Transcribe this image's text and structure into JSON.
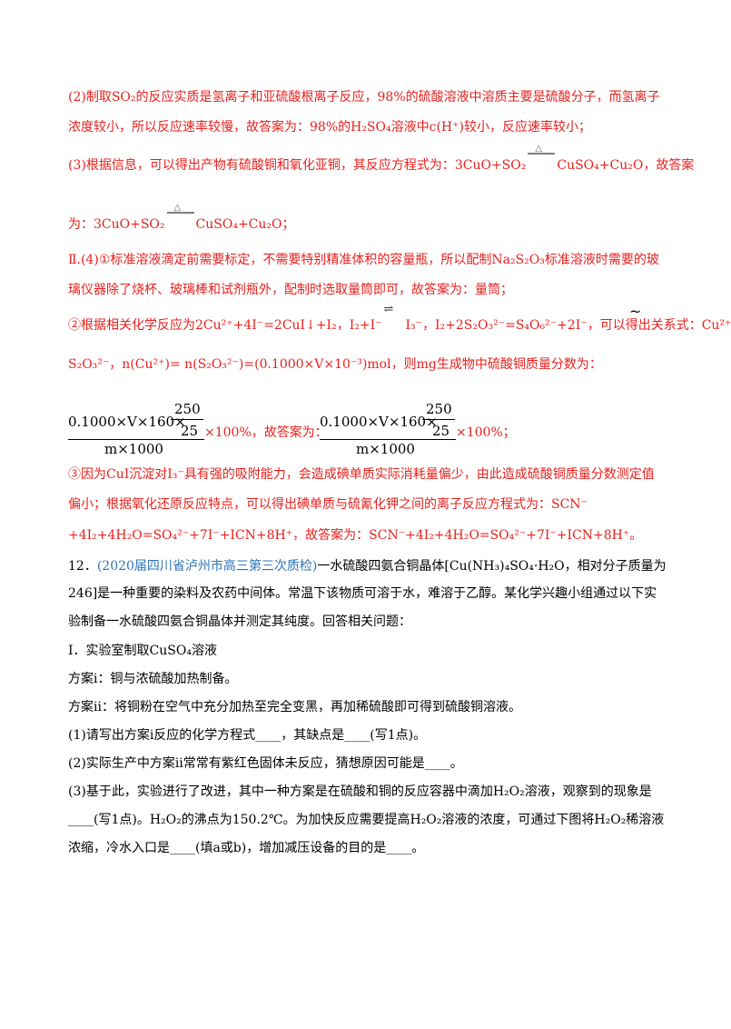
{
  "p2a": "(2)制取SO₂的反应实质是氢离子和亚硫酸根离子反应，98%的硫酸溶液中溶质主要是硫酸分子，而氢离子",
  "p2b": "浓度较小，所以反应速率较慢，故答案为：98%的H₂SO₄溶液中c(H⁺)较小，反应速率较小；",
  "p3a_pre": "(3)根据信息，可以得出产物有硫酸铜和氧化亚铜，其反应方程式为：3CuO+SO₂",
  "p3a_post": "CuSO₄+Cu₂O，故答案",
  "p3b_pre": "为：3CuO+SO₂",
  "p3b_post": "CuSO₄+Cu₂O；",
  "heat_symbol": "△",
  "p4a": "Ⅱ.(4)①标准溶液滴定前需要标定，不需要特别精准体积的容量瓶，所以配制Na₂S₂O₃标准溶液时需要的玻",
  "p4b": "璃仪器除了烧杯、玻璃棒和试剂瓶外，配制时选取量筒即可，故答案为：量筒；",
  "p5a_pre": "②根据相关化学反应为2Cu²⁺+4I⁻=2CuI↓+I₂，I₂+I⁻",
  "p5a_post": "I₃⁻，I₂+2S₂O₃²⁻=S₄O₆²⁻+2I⁻，可以得出关系式：Cu²⁺",
  "eq_symbol": "⇌",
  "tilde": "~",
  "p5b": "S₂O₃²⁻，n(Cu²⁺)= n(S₂O₃²⁻)=(0.1000×V×10⁻³)mol，则mg生成物中硫酸铜质量分数为：",
  "frac_num": "0.1000×V×160×",
  "frac_sub_num": "250",
  "frac_sub_den": "25",
  "frac_den": "m×1000",
  "frac_after1": "×100%，故答案为：",
  "frac_after2": "×100%；",
  "p6a": "③因为CuI沉淀对I₃⁻具有强的吸附能力，会造成碘单质实际消耗量偏少，由此造成硫酸铜质量分数测定值",
  "p6b": "偏小；根据氧化还原反应特点，可以得出碘单质与硫氰化钾之间的离子反应方程式为：SCN⁻",
  "p6c": "+4I₂+4H₂O=SO₄²⁻+7I⁻+ICN+8H⁺，故答案为：SCN⁻+4I₂+4H₂O=SO₄²⁻+7I⁻+ICN+8H⁺。",
  "q12_num": "12．",
  "q12_src": "(2020届四川省泸州市高三第三次质检)",
  "q12_a": "一水硫酸四氨合铜晶体[Cu(NH₃)₄SO₄·H₂O，相对分子质量为",
  "q12_b": "246]是一种重要的染料及农药中间体。常温下该物质可溶于水，难溶于乙醇。某化学兴趣小组通过以下实",
  "q12_c": "验制备一水硫酸四氨合铜晶体并测定其纯度。回答相关问题：",
  "s1": "I．实验室制取CuSO₄溶液",
  "s2": "方案i：铜与浓硫酸加热制备。",
  "s3": "方案ii：将铜粉在空气中充分加热至完全变黑，再加稀硫酸即可得到硫酸铜溶液。",
  "s4": "(1)请写出方案i反应的化学方程式____，其缺点是____(写1点)。",
  "s5": "(2)实际生产中方案ii常常有紫红色固体未反应，猜想原因可能是____。",
  "s6a": "(3)基于此，实验进行了改进，其中一种方案是在硫酸和铜的反应容器中滴加H₂O₂溶液，观察到的现象是",
  "s6b": "____(写1点)。H₂O₂的沸点为150.2℃。为加快反应需要提高H₂O₂溶液的浓度，可通过下图将H₂O₂稀溶液",
  "s6c": "浓缩，冷水入口是____(填a或b)，增加减压设备的目的是____。"
}
